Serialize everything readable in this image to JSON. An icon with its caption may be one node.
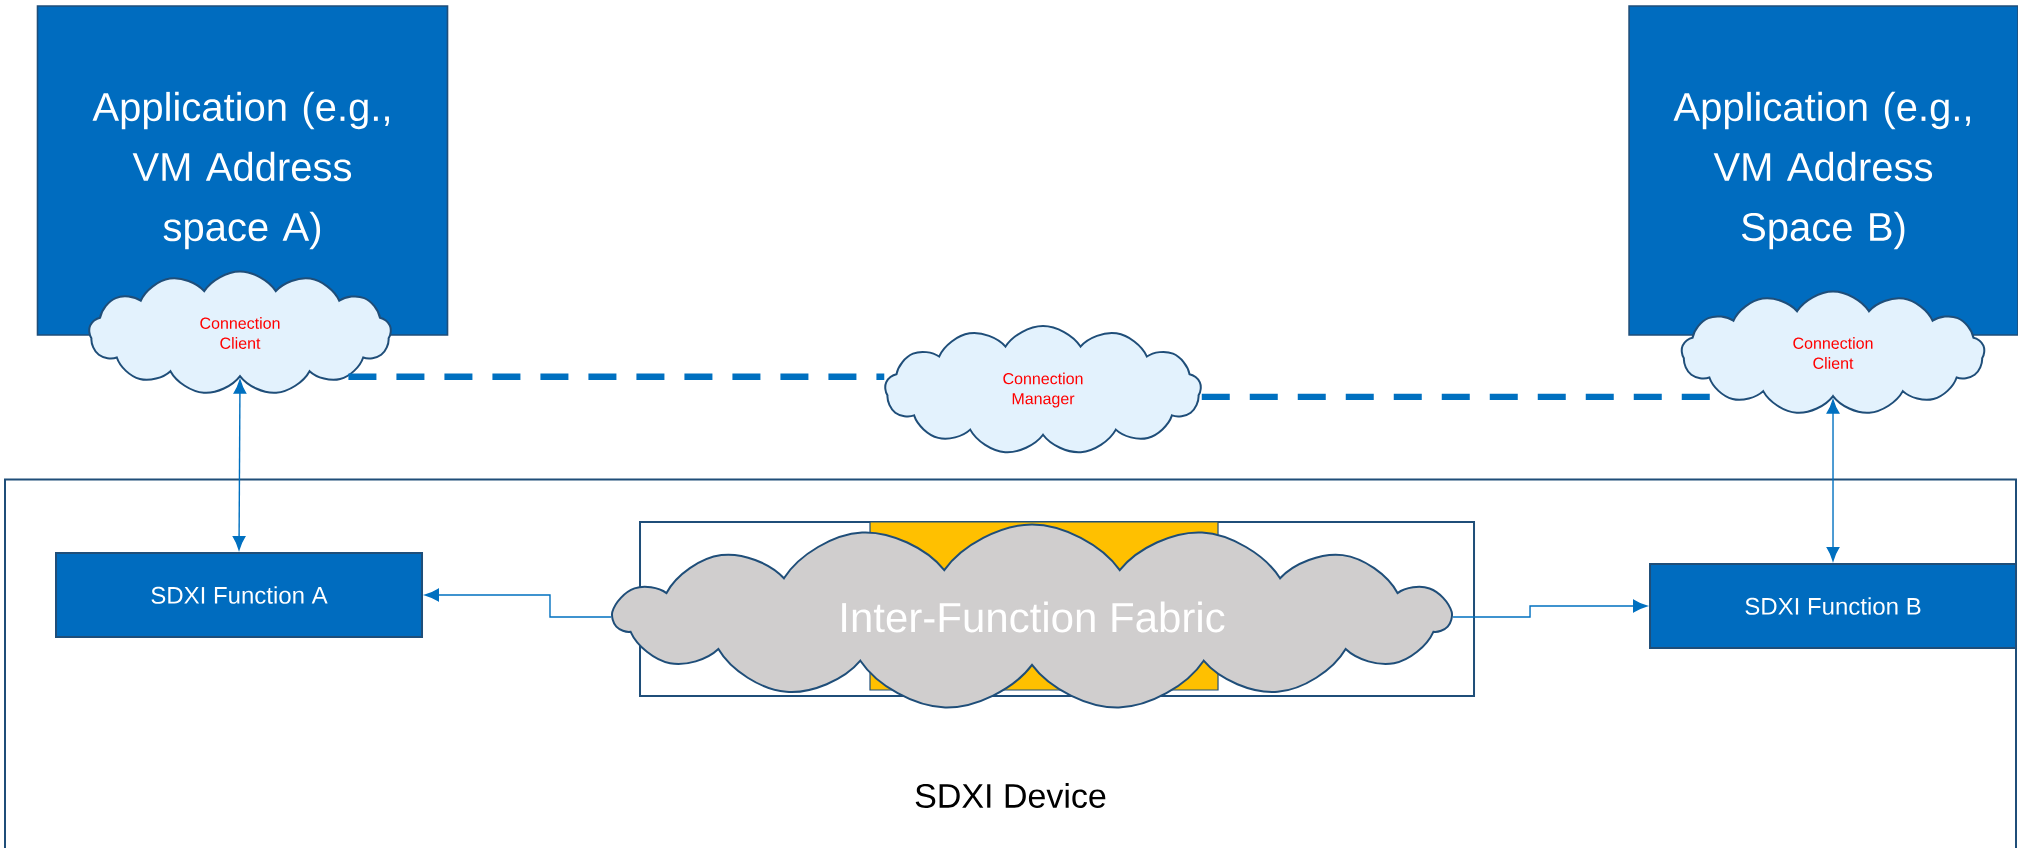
{
  "diagram": {
    "nodes": [
      {
        "text": [
          "Application (e.g., VM Address space A)"
        ]
      },
      {
        "text": [
          "Connection Client"
        ]
      },
      {
        "text": [
          "Connection Manager"
        ]
      },
      {
        "text": [
          "Application (e.g., VM Address Space B)"
        ]
      },
      {
        "text": [
          "Connection Client"
        ]
      },
      {
        "text": [
          "SDXI Device"
        ]
      },
      {
        "text": [
          "SDXI Function A"
        ],
        "in": 5
      },
      {
        "text": [
          "Inter-Function Fabric"
        ],
        "in": 5
      },
      {
        "text": [
          "SDXI Function B"
        ],
        "in": 5
      }
    ],
    "edges": [
      {
        "from": 1,
        "to": 2,
        "arrow": "none",
        "style": "dashed"
      },
      {
        "from": 2,
        "to": 4,
        "arrow": "none",
        "style": "dashed"
      },
      {
        "from": 1,
        "to": 6,
        "arrow": "both"
      },
      {
        "from": 4,
        "to": 8,
        "arrow": "both"
      },
      {
        "from": 7,
        "to": 6,
        "arrow": "to"
      },
      {
        "from": 7,
        "to": 8,
        "arrow": "to"
      }
    ]
  }
}
